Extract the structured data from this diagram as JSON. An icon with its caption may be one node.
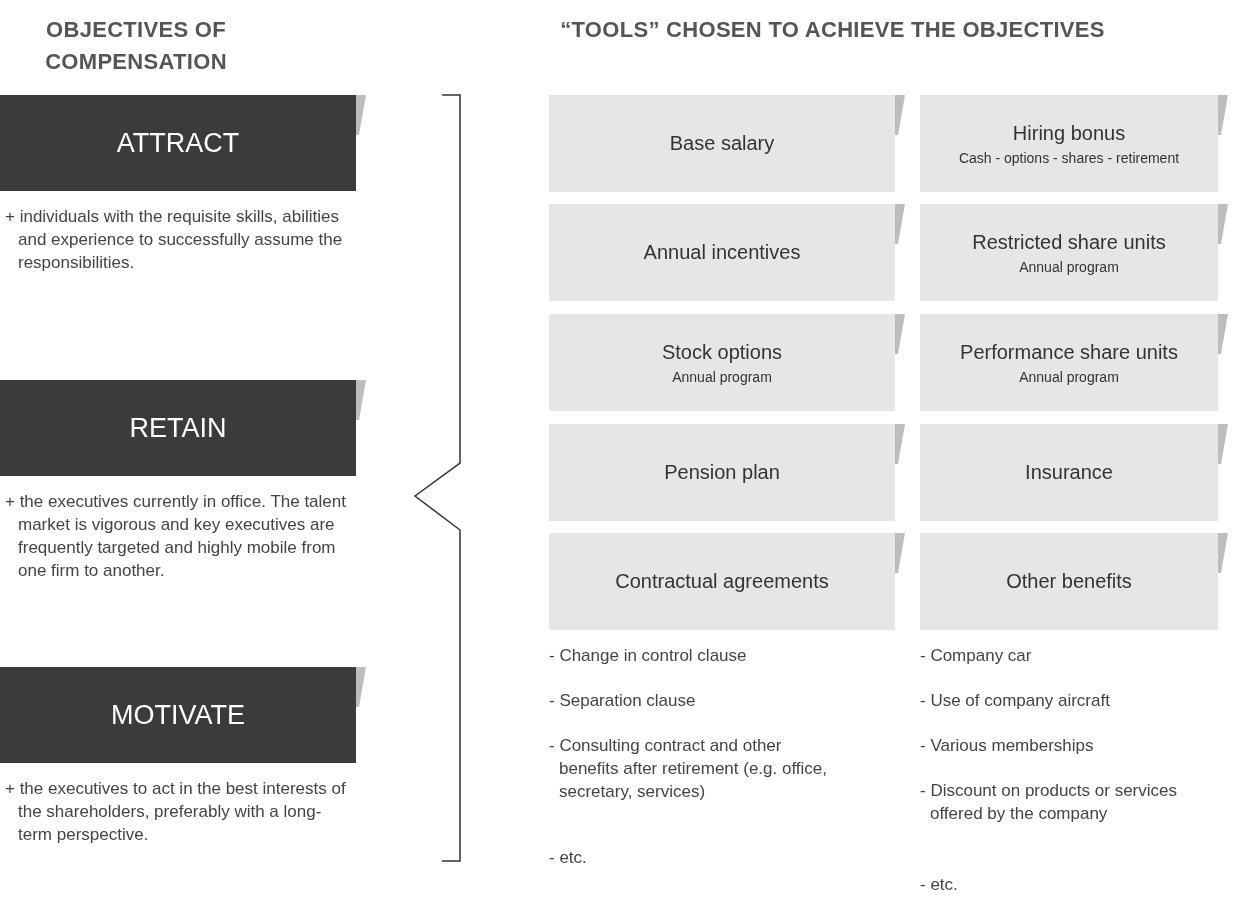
{
  "diagram": {
    "nodes": [
      {
        "text": [
          "ATTRACT"
        ],
        "beside": [
          "+ individuals with the requisite skills, abilities and experience to successfully assume the responsibilities."
        ]
      },
      {
        "text": [
          "RETAIN"
        ],
        "beside": [
          "+ the executives currently in office. The talent market is vigorous and key executives are frequently targeted and highly mobile from one firm to another."
        ]
      },
      {
        "text": [
          "MOTIVATE"
        ],
        "beside": [
          "+ the executives to act in the best interests of the shareholders, preferably with a long-term perspective."
        ]
      },
      {
        "text": [
          "Base salary"
        ]
      },
      {
        "text": [
          "Hiring bonus",
          "Cash - options - shares - retirement"
        ]
      },
      {
        "text": [
          "Annual incentives"
        ]
      },
      {
        "text": [
          "Restricted share units",
          "Annual program"
        ]
      },
      {
        "text": [
          "Stock options",
          "Annual program"
        ]
      },
      {
        "text": [
          "Performance share units",
          "Annual program"
        ]
      },
      {
        "text": [
          "Pension plan"
        ]
      },
      {
        "text": [
          "Insurance"
        ]
      },
      {
        "text": [
          "Contractual agreements"
        ]
      },
      {
        "text": [
          "Other benefits"
        ]
      }
    ],
    "edges": [],
    "labels": [
      "OBJECTIVES OF COMPENSATION",
      "“TOOLS” CHOSEN TO ACHIEVE THE OBJECTIVES",
      "- Change in control clause",
      "- Separation clause",
      "- Consulting contract and other benefits after retirement (e.g. office, secretary, services)",
      "- etc.",
      "- Company car",
      "- Use of company aircraft",
      "- Various memberships",
      "- Discount on products or services offered by the company",
      "- etc."
    ]
  }
}
